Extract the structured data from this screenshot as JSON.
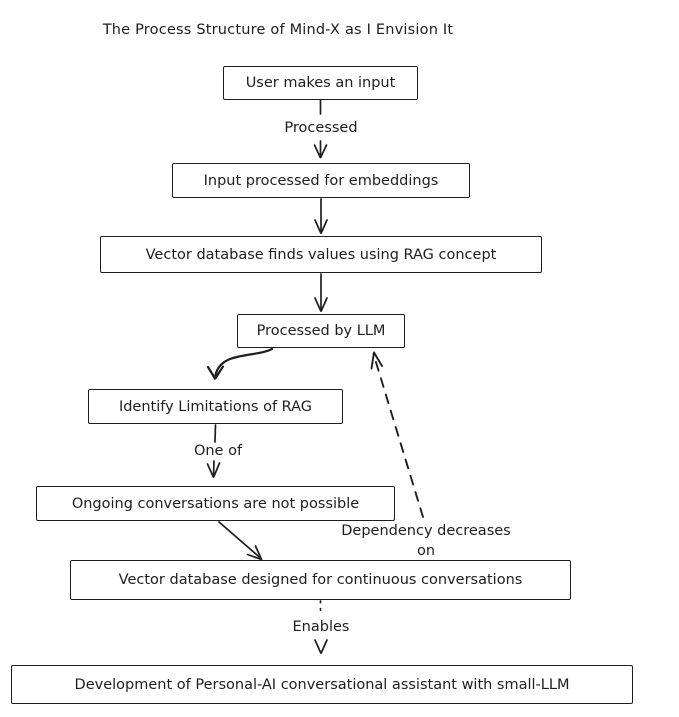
{
  "diagram": {
    "title": "The Process Structure of Mind-X as I Envision It",
    "stroke_color": "#1e1e1e",
    "background_color": "#ffffff",
    "type": "flowchart"
  },
  "nodes": {
    "user_input": {
      "label": "User makes an input"
    },
    "embeddings": {
      "label": "Input processed for embeddings"
    },
    "vector_rag": {
      "label": "Vector database finds values using RAG concept"
    },
    "llm": {
      "label": "Processed by LLM"
    },
    "limitations": {
      "label": "Identify Limitations of RAG"
    },
    "ongoing": {
      "label": "Ongoing conversations are not possible"
    },
    "vector_continuous": {
      "label": "Vector database designed for continuous conversations"
    },
    "development": {
      "label": "Development of Personal-AI conversational assistant with small-LLM"
    }
  },
  "edges": {
    "processed": {
      "from": "user_input",
      "to": "embeddings",
      "label": "Processed",
      "style": "solid"
    },
    "embeddings_to_vector_rag": {
      "from": "embeddings",
      "to": "vector_rag",
      "label": "",
      "style": "solid"
    },
    "vector_rag_to_llm": {
      "from": "vector_rag",
      "to": "llm",
      "label": "",
      "style": "solid"
    },
    "llm_to_limitations": {
      "from": "llm",
      "to": "limitations",
      "label": "",
      "style": "solid-curved"
    },
    "one_of": {
      "from": "limitations",
      "to": "ongoing",
      "label": "One of",
      "style": "solid"
    },
    "ongoing_to_vector_continuous": {
      "from": "ongoing",
      "to": "vector_continuous",
      "label": "",
      "style": "solid"
    },
    "dependency": {
      "from": "vector_continuous",
      "to": "llm",
      "label_line1": "Dependency decreases",
      "label_line2": "on",
      "style": "dashed"
    },
    "enables": {
      "from": "vector_continuous",
      "to": "development",
      "label": "Enables",
      "style": "dotted"
    }
  }
}
